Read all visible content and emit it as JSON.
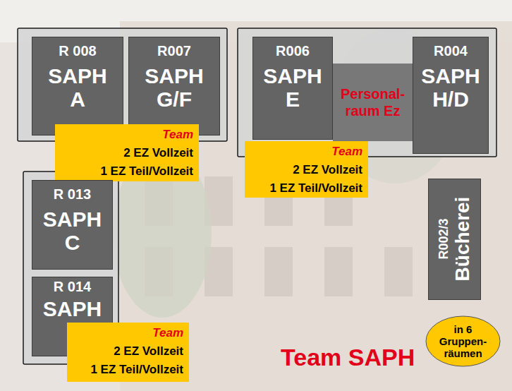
{
  "diagram": {
    "nodes": [
      {
        "text": [
          "R 008",
          "SAPH A"
        ]
      },
      {
        "text": [
          "R007",
          "SAPH G/F"
        ]
      },
      {
        "text": [
          "R006",
          "SAPH E"
        ]
      },
      {
        "text": [
          "Personal- raum Ez"
        ]
      },
      {
        "text": [
          "R004",
          "SAPH H/D"
        ]
      },
      {
        "text": [
          "Team",
          "2 EZ Vollzeit",
          "1 EZ Teil/Vollzeit"
        ]
      },
      {
        "text": [
          "Team",
          "2 EZ Vollzeit",
          "1 EZ Teil/Vollzeit"
        ]
      },
      {
        "text": [
          "R002/3",
          "Bücherei"
        ]
      },
      {
        "text": [
          "R 013",
          "SAPH C"
        ]
      },
      {
        "text": [
          "R 014",
          "SAPH"
        ]
      },
      {
        "text": [
          "Team",
          "2 EZ Vollzeit",
          "1 EZ Teil/Vollzeit"
        ]
      },
      {
        "text": [
          "in 6 Gruppen- räumen"
        ]
      }
    ],
    "labels": [
      "Team SAPH"
    ]
  }
}
